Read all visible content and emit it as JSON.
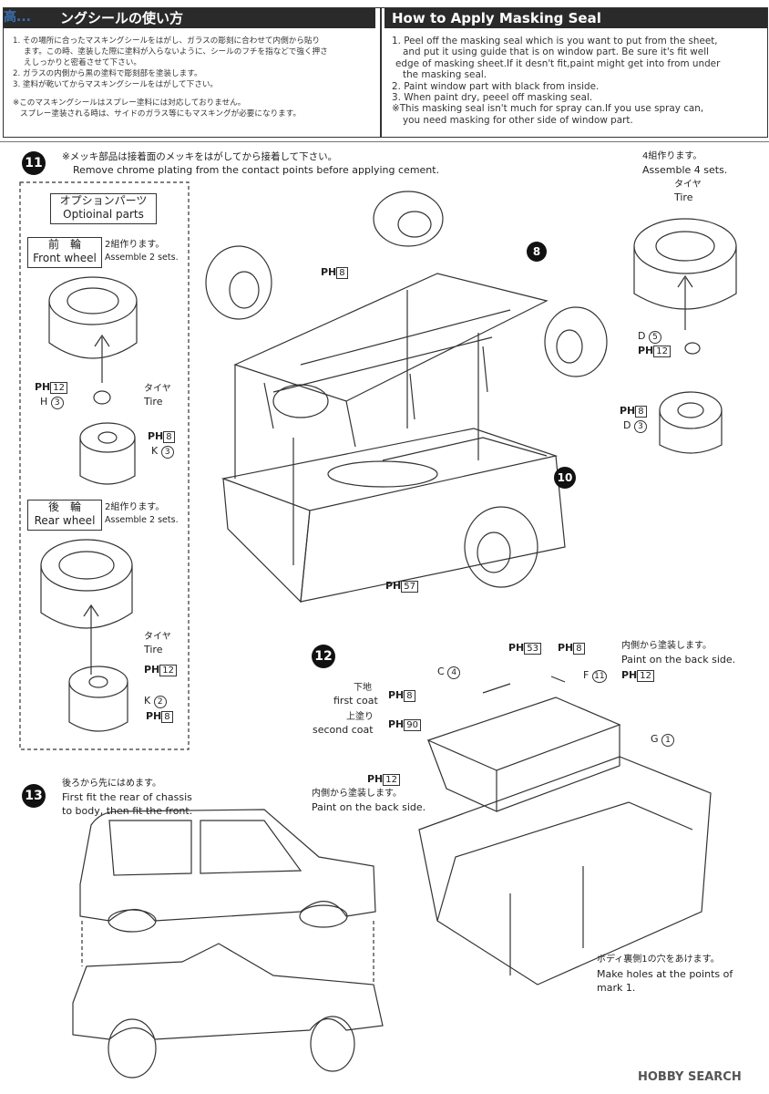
{
  "masking": {
    "title_jp": "ングシールの使い方",
    "title_en": "How to Apply Masking Seal",
    "jp_steps": [
      "1. その場所に合ったマスキングシールをはがし、ガラスの彫刻に合わせて内側から貼り",
      "ます。この時、塗装した際に塗料が入らないように、シールのフチを指などで強く押さ",
      "えしっかりと密着させて下さい。",
      "2. ガラスの内側から黒の塗料で彫刻部を塗装します。",
      "3. 塗料が乾いてからマスキングシールをはがして下さい。"
    ],
    "jp_note": [
      "※このマスキングシールはスプレー塗料には対応しておりません。",
      "スプレー塗装される時は、サイドのガラス等にもマスキングが必要になります。"
    ],
    "en_steps": [
      "1. Peel off the masking seal which is you want to put from the sheet,",
      "and put it using guide that is on window part. Be sure it's fit well",
      "edge of masking sheet.If it desn't fit,paint might get into from under",
      "the masking seal.",
      "2. Paint window part with black from inside.",
      "3. When paint dry, peeel off masking seal."
    ],
    "en_note": [
      "※This masking seal isn't much for spray can.If you use spray can,",
      "you need masking for other side of window part."
    ]
  },
  "step11": {
    "number": "11",
    "note_jp": "※メッキ部品は接着面のメッキをはがしてから接着して下さい。",
    "note_en": "Remove chrome plating from the contact points before applying cement.",
    "options_jp": "オプションパーツ",
    "options_en": "Optioinal parts",
    "front_jp": "前　輪",
    "front_en": "Front wheel",
    "front_count_jp": "2組作ります。",
    "front_count_en": "Assemble 2 sets.",
    "rear_jp": "後　輪",
    "rear_en": "Rear wheel",
    "rear_count_jp": "2組作ります。",
    "rear_count_en": "Assemble 2 sets.",
    "tire_jp": "タイヤ",
    "tire_en": "Tire",
    "right_count_jp": "4組作ります。",
    "right_count_en": "Assemble 4 sets.",
    "callout_8": "8",
    "callout_10": "10",
    "ph": "PH",
    "codes": {
      "c8": "8",
      "c12": "12",
      "c57": "57",
      "c53": "53",
      "c90": "90"
    },
    "parts": {
      "H": "H",
      "K": "K",
      "D": "D",
      "C": "C",
      "F": "F",
      "G": "G"
    },
    "nums": {
      "n1": "1",
      "n2": "2",
      "n3": "3",
      "n4": "4",
      "n5": "5",
      "n11": "11"
    }
  },
  "step12": {
    "number": "12",
    "inside_jp": "内側から塗装します。",
    "inside_en": "Paint on the back side.",
    "base_jp": "下地",
    "base_en": "first coat",
    "second_jp": "上塗り",
    "second_en": "second coat",
    "inside2_jp": "内側から塗装します。",
    "inside2_en": "Paint on the back side.",
    "holes_jp": "ボディ裏側1の穴をあけます。",
    "holes_en": [
      "Make holes at the points of",
      "mark 1."
    ]
  },
  "step13": {
    "number": "13",
    "jp": "後ろから先にはめます。",
    "en": [
      "First fit the rear of chassis",
      "to body, then fit the front."
    ]
  },
  "watermark_top": "高...",
  "watermark_bottom": "HOBBY SEARCH"
}
